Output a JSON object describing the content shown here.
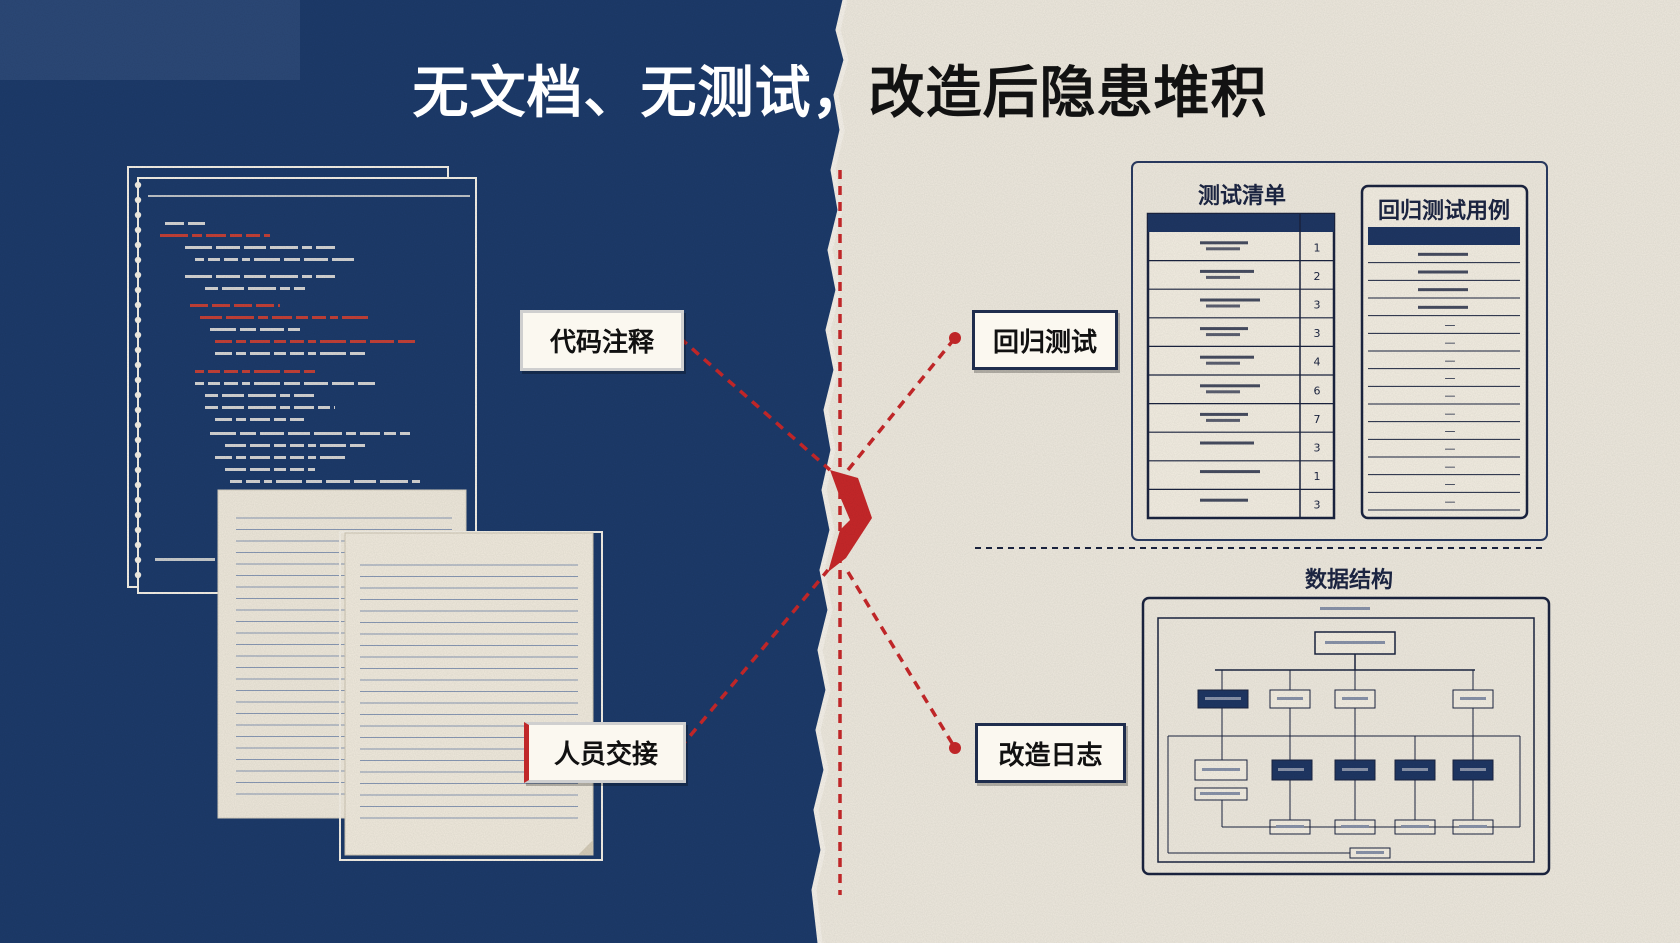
{
  "title": {
    "white_part": "无文档、无测试，",
    "dark_part": "改造后隐患堆积"
  },
  "labels": {
    "code_comments": "代码注释",
    "handover": "人员交接",
    "regression": "回归测试",
    "change_log": "改造日志"
  },
  "test_list": {
    "title": "测试清单",
    "rows": [
      "1",
      "2",
      "3",
      "3",
      "4",
      "6",
      "7",
      "3",
      "1",
      "3"
    ]
  },
  "regression_cases": {
    "title": "回归测试用例",
    "dash_rows": [
      "—",
      "—",
      "—",
      "—",
      "—",
      "—",
      "—",
      "—",
      "—",
      "—",
      "—"
    ]
  },
  "data_structure": {
    "title": "数据结构"
  },
  "colors": {
    "navy": "#1d3b6b",
    "paper": "#efeadf",
    "accent_red": "#c0282a",
    "ink": "#1b2440"
  }
}
